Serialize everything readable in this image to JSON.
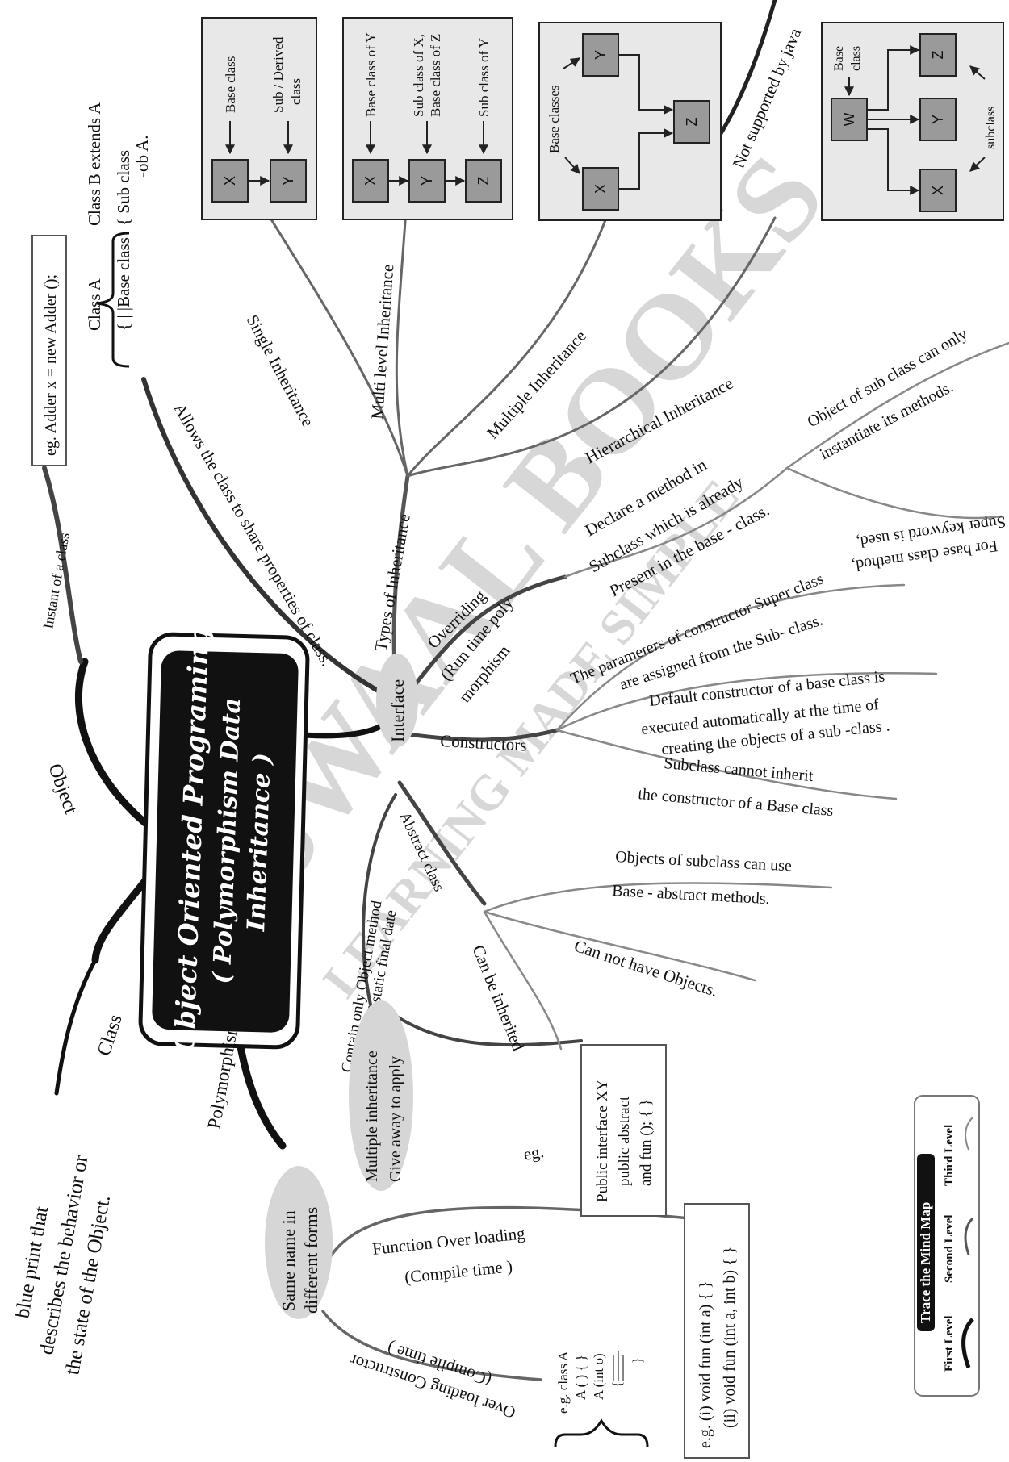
{
  "watermark": {
    "line1": "OSWAAL BOOKS",
    "line2": "LEARNING MADE SIMPLE"
  },
  "title": {
    "line1": "Object Oriented Programing",
    "line2": "( Polymorphism Data",
    "line3": "Inheritance )"
  },
  "object": {
    "label": "Object",
    "instant_label": "Instant of a class",
    "example": "eg. Adder x = new Adder ();"
  },
  "class_node": {
    "label": "Class",
    "desc": [
      "blue print that",
      "describes the behavior or",
      "the state of the Object."
    ]
  },
  "allows": {
    "label": "Allows the class to share properties of class.",
    "class_a": "Class A",
    "base_class": "{ | |Base class",
    "class_b": "Class B extends A",
    "sub_class": "{ Sub class",
    "ob_a": "-ob A."
  },
  "interface_label": "Interface",
  "inheritance": {
    "types_label": "Types of Inheritance",
    "single": "Single Inheritance",
    "multilevel": "Multi level Inheritance",
    "multiple": "Multiple Inheritance",
    "hierarchical": "Hierarchical Inheritance",
    "not_supported": "Not supported by java",
    "box1": {
      "x": "X",
      "y": "Y",
      "base": "Base class",
      "sub1": "Sub / Derived",
      "sub2": "class"
    },
    "box2": {
      "x": "X",
      "y": "Y",
      "z": "Z",
      "a": "Base class of Y",
      "b1": "Sub class of X,",
      "b2": "Base class of Z",
      "c": "Sub class of Y"
    },
    "box3": {
      "x": "X",
      "y": "Y",
      "z": "Z",
      "label": "Base classes"
    },
    "box4": {
      "w": "W",
      "x": "X",
      "y": "Y",
      "z": "Z",
      "base1": "Base",
      "base2": "class",
      "sub": "subclass"
    }
  },
  "overriding": {
    "label1": "Overriding",
    "label2": "(Run time poly",
    "label3": "morphism",
    "d1": "Declare a method in",
    "d2": "Subclass which is already",
    "d3": "Present in the base - class.",
    "o1": "Object of sub  class can only",
    "o2": "instantiate its methods.",
    "s1": "Super keyword is used,",
    "s2": "For base class method,"
  },
  "constructors": {
    "label": "Constructors",
    "p1": "The parameters of constructor Super class",
    "p2": "are assigned from  the Sub- class.",
    "d1": "Default constructor of a base class is",
    "d2": "executed automatically at the time of",
    "d3": "creating the objects of a sub -class  .",
    "s1": "Subclass cannot inherit",
    "s2": "the constructor of a  Base class"
  },
  "abstract_class": {
    "label": "Abstract class",
    "u1": "Objects of subclass can use",
    "u2": "Base - abstract methods.",
    "n1": "Can not have Objects.",
    "inh": "Can be inherited"
  },
  "contain": {
    "l1": "Contain only Object method",
    "l2": "and static final date"
  },
  "multiple_inh": {
    "l1": "Multiple inheritance",
    "l2": "Give away to apply",
    "eg": "eg.",
    "b1": "Public interface XY",
    "b2": "public abstract",
    "b3": "and fun (); { }"
  },
  "polymorphism": {
    "label": "Polymorphism",
    "node1": "Same name in",
    "node2": "different forms",
    "fo1": "Function Over loading",
    "fo2": "(Compile time )",
    "fe1": "e.g. (i) void fun (int a) { }",
    "fe2": "(ii) void fun (int a, int b)  { }",
    "oc1": "Over loading Constructor",
    "oc2": "(Compile time )",
    "ce1": "e.g. class A",
    "ce2": "A ( ) { }",
    "ce3": "A (int o)",
    "ce4": "{",
    "ce5": "}"
  },
  "legend": {
    "title": "Trace the Mind Map",
    "first": "First Level",
    "second": "Second Level",
    "third": "Third Level"
  }
}
